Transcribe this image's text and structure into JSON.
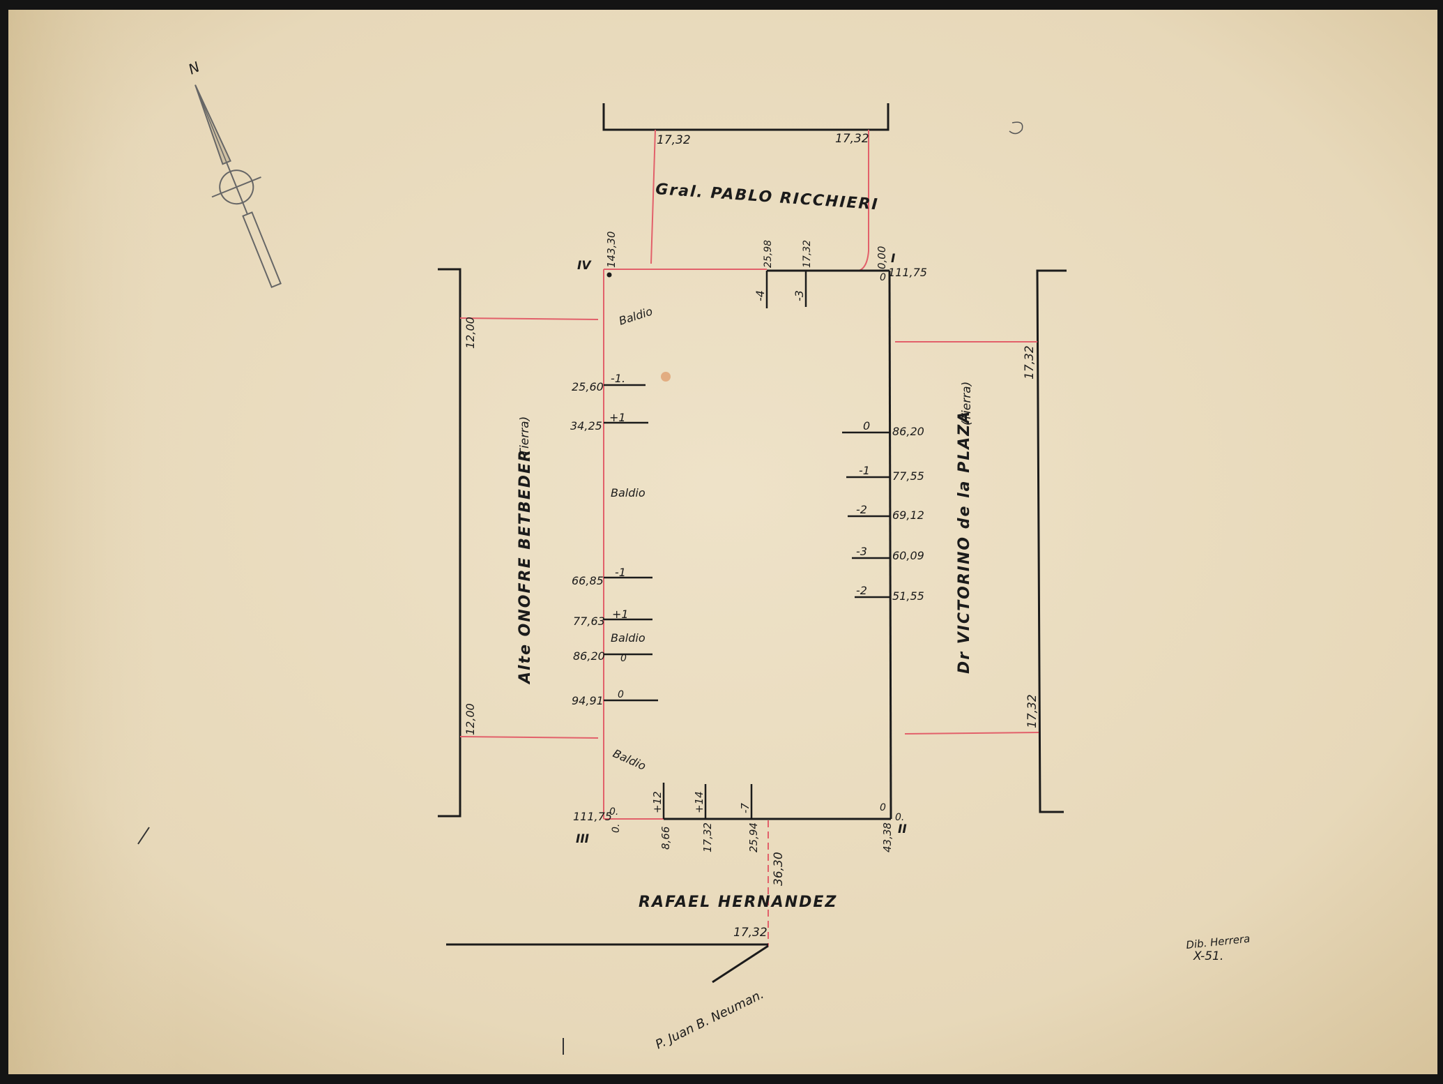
{
  "colors": {
    "paper": "#e9dcc0",
    "paper_shade": "#d8c6a1",
    "ink": "#1b1b1b",
    "red_line": "#e2606a",
    "border": "#141414"
  },
  "compass": {
    "north_letter": "N",
    "icon": "compass-rose-icon"
  },
  "streets": {
    "north": "Gral. PABLO RICCHIERI",
    "south": "RAFAEL HERNANDEZ",
    "west": "Alte ONOFRE BETBEDER",
    "west_note": "(Tierra)",
    "east": "Dr VICTORINO de la PLAZA",
    "east_note": "(Tierra)",
    "diagonal": "P. Juan B. Neuman."
  },
  "corners": {
    "I": {
      "label": "I",
      "level": "111,75",
      "extra": "0,00"
    },
    "II": {
      "label": "II",
      "level": "0.",
      "extra": "43,38"
    },
    "III": {
      "label": "III",
      "level": "111,75",
      "extra": "0."
    },
    "IV": {
      "label": "IV",
      "level": "143,30"
    }
  },
  "zero_marks": [
    "0",
    "0",
    "0."
  ],
  "widths": {
    "north_left": "17,32",
    "north_right": "17,32",
    "west_top": "12,00",
    "west_bottom": "12,00",
    "east_top": "17,32",
    "east_bottom": "17,32",
    "south": "17,32",
    "south_offset": "36,30"
  },
  "north_side": [
    {
      "dist": "25,98",
      "val": "-4"
    },
    {
      "dist": "17,32",
      "val": "-3"
    }
  ],
  "west_side": [
    {
      "dist": "25,60",
      "val": "-1."
    },
    {
      "dist": "34,25",
      "val": "+1"
    },
    {
      "dist": "66,85",
      "val": "-1"
    },
    {
      "dist": "77,63",
      "val": "+1"
    },
    {
      "dist": "86,20",
      "val": "0"
    },
    {
      "dist": "94,91",
      "val": "0"
    }
  ],
  "east_side": [
    {
      "dist": "86,20",
      "val": "0"
    },
    {
      "dist": "77,55",
      "val": "-1"
    },
    {
      "dist": "69,12",
      "val": "-2"
    },
    {
      "dist": "60,09",
      "val": "-3"
    },
    {
      "dist": "51,55",
      "val": "-2"
    }
  ],
  "south_side": [
    {
      "dist": "8,66",
      "val": "+12"
    },
    {
      "dist": "17,32",
      "val": "+14"
    },
    {
      "dist": "25,94",
      "val": "-7"
    }
  ],
  "lot_notes": [
    "Baldio",
    "Baldio",
    "Baldio",
    "Baldio"
  ],
  "signature": {
    "line1": "Dib. Herrera",
    "line2": "X-51."
  }
}
